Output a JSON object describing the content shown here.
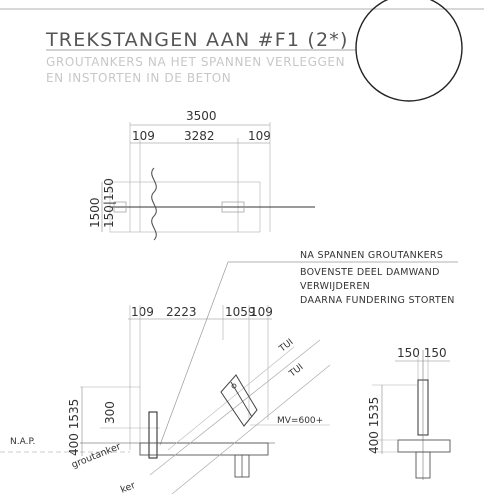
{
  "header": {
    "title": "TREKSTANGEN AAN #F1 (2*)",
    "subtitle_line1": "GROUTANKERS NA HET SPANNEN VERLEGGEN",
    "subtitle_line2": "EN INSTORTEN IN DE BETON"
  },
  "top_view": {
    "dim_total": "3500",
    "dim_left": "109",
    "dim_middle": "3282",
    "dim_right": "109",
    "dim_height": "1500",
    "dim_small": "150|150"
  },
  "note": {
    "line1": "NA SPANNEN GROUTANKERS",
    "line2": "BOVENSTE DEEL DAMWAND",
    "line3": "VERWIJDEREN",
    "line4": "DAARNA FUNDERING STORTEN"
  },
  "section_view": {
    "dim_left": "109",
    "dim_middle": "2223",
    "dim_right_a": "1059",
    "dim_right_b": "109",
    "dim_vertical_total": "400 1535",
    "dim_vertical_small": "300",
    "label_tui_1": "TUI",
    "label_tui_2": "TUI",
    "label_mv": "MV=600+",
    "label_nap": "N.A.P.",
    "label_anchor_1": "groutanker",
    "label_anchor_2": "ker"
  },
  "detail_view": {
    "dim_top": "150 150",
    "dim_vertical": "400 1535"
  },
  "colors": {
    "line": "#444444",
    "light": "#aaaaaa",
    "text": "#333333",
    "subtitle": "#c8c8c8"
  }
}
